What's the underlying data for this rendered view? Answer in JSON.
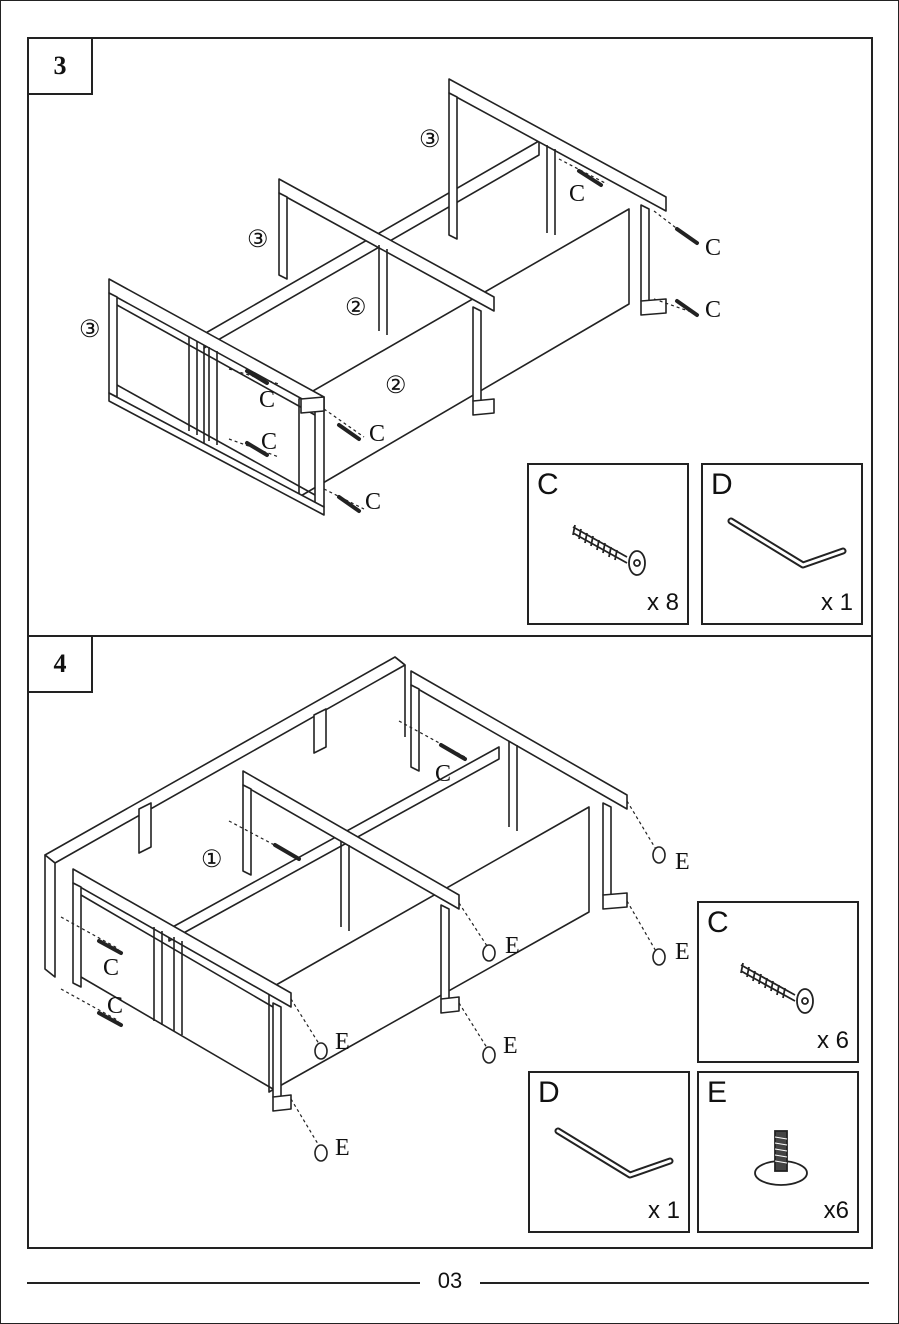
{
  "page_number": "03",
  "step3": {
    "number": "3",
    "labels": {
      "panel": "②",
      "frame": "③",
      "screw": "C"
    },
    "parts": [
      {
        "letter": "C",
        "qty": "x 8",
        "icon": "screw-icon"
      },
      {
        "letter": "D",
        "qty": "x 1",
        "icon": "allen-key-icon"
      }
    ]
  },
  "step4": {
    "number": "4",
    "labels": {
      "top": "①",
      "screw": "C",
      "foot": "E"
    },
    "parts": [
      {
        "letter": "C",
        "qty": "x 6",
        "icon": "screw-icon"
      },
      {
        "letter": "D",
        "qty": "x 1",
        "icon": "allen-key-icon"
      },
      {
        "letter": "E",
        "qty": "x6",
        "icon": "leveling-foot-icon"
      }
    ]
  }
}
